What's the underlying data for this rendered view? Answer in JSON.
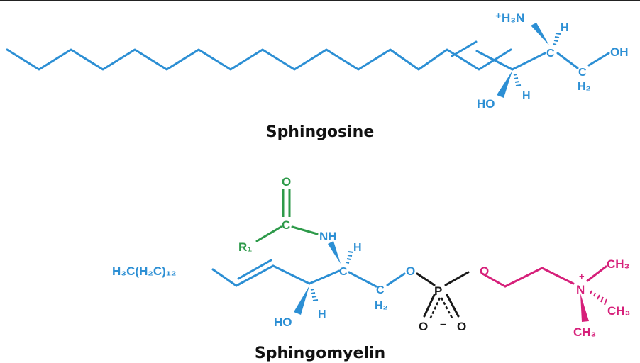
{
  "colors": {
    "backbone": "#2c8fd4",
    "acyl": "#2e9a4a",
    "phosphate": "#1a1a1a",
    "choline": "#d6207a",
    "caption": "#111111"
  },
  "sphingosine": {
    "caption": "Sphingosine",
    "labels": {
      "amine": "⁺H₃N",
      "h_top": "H",
      "c2": "C",
      "c1": "C",
      "c1_h2": "H₂",
      "oh": "OH",
      "ho": "HO",
      "h_bottom": "H"
    }
  },
  "sphingomyelin": {
    "caption": "Sphingomyelin",
    "labels": {
      "tail": "H₃C(H₂C)₁₂",
      "r1": "R₁",
      "carbonyl_o": "O",
      "carbonyl_c": "C",
      "nh": "NH",
      "h_top": "H",
      "c2": "C",
      "c1": "C",
      "c1_h2": "H₂",
      "ester_o": "O",
      "ho": "HO",
      "h_bottom": "H",
      "phosphorus": "P",
      "p_o_left": "O",
      "p_charge": "–",
      "p_o_right": "O",
      "choline_o": "O",
      "nitrogen": "N",
      "n_charge": "+",
      "ch3_top": "CH₃",
      "ch3_right": "CH₃",
      "ch3_bottom": "CH₃"
    }
  }
}
